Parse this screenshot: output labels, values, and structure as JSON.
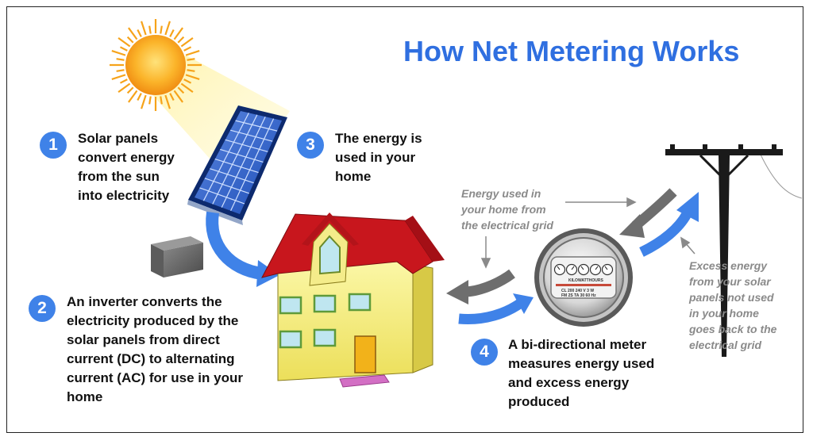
{
  "title": "How Net Metering Works",
  "steps": [
    {
      "number": "1",
      "text": "Solar panels\nconvert energy\nfrom the sun\ninto electricity"
    },
    {
      "number": "2",
      "text": "An inverter converts the\nelectricity produced by the\nsolar panels from direct\ncurrent (DC) to alternating\ncurrent (AC) for use in your\nhome"
    },
    {
      "number": "3",
      "text": "The energy is\nused in your\nhome"
    },
    {
      "number": "4",
      "text": "A bi-directional meter\nmeasures energy used\nand excess energy\nproduced"
    }
  ],
  "notes": {
    "grid_to_home": "Energy used in\nyour home from\nthe electrical grid",
    "excess": "Excess energy\nfrom your solar\npanels not used\nin your home\ngoes back to the\nelectrical grid"
  },
  "meter": {
    "label": "KILOWATTHOURS",
    "spec_line1": "CL 200   240 V   3 W",
    "spec_line2": "FM 2S   TA 30   60 Hz"
  },
  "colors": {
    "title": "#2f6fe0",
    "badge": "#3f82e8",
    "arrow_blue": "#3f82e8",
    "arrow_gray": "#6e6e6e",
    "house_wall": "#f6f08a",
    "house_roof": "#c8161d",
    "sun": "#f7a21b"
  }
}
